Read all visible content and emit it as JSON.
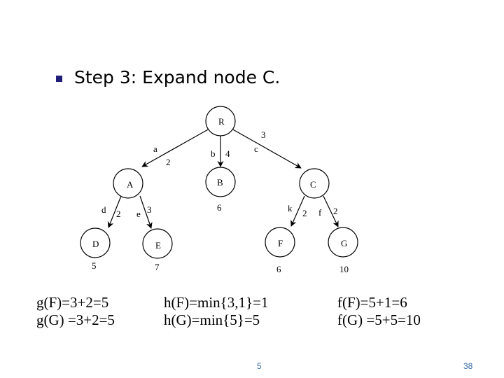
{
  "slide": {
    "title": "Step 3: Expand node C.",
    "page_center": "5",
    "page_number": "38",
    "accent_color": "#1f1f7a",
    "page_color": "#3a6ea5"
  },
  "tree": {
    "nodes": {
      "R": "R",
      "A": "A",
      "B": "B",
      "C": "C",
      "D": "D",
      "E": "E",
      "F": "F",
      "G": "G"
    },
    "edges": {
      "a": "a",
      "a_cost": "2",
      "b": "b",
      "b_cost": "4",
      "c": "c",
      "c_cost": "3",
      "d": "d",
      "d_cost": "2",
      "e": "e",
      "e_cost": "3",
      "k": "k",
      "k_cost": "2",
      "f": "f",
      "f_cost": "2"
    },
    "values": {
      "B": "6",
      "D": "5",
      "E": "7",
      "F": "6",
      "G": "10"
    }
  },
  "formulas": {
    "g_F": "g(F)=3+2=5",
    "h_F": "h(F)=min{3,1}=1",
    "f_F": "f(F)=5+1=6",
    "g_G": "g(G) =3+2=5",
    "h_G": "h(G)=min{5}=5",
    "f_G": "f(G) =5+5=10"
  }
}
